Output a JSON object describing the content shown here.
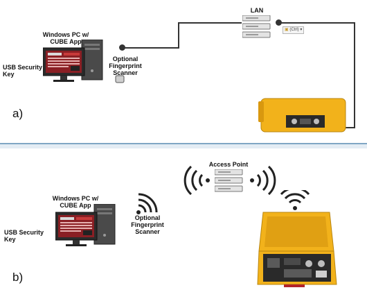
{
  "panel_a": {
    "letter": "a)",
    "pc_label": "Windows PC w/\nCUBE App",
    "usb_label": "USB Security\nKey",
    "scanner_label": "Optional\nFingerprint\nScanner",
    "network_label": "LAN",
    "paste_control_text": "(Ctrl) ▾"
  },
  "panel_b": {
    "letter": "b)",
    "pc_label": "Windows PC w/\nCUBE App",
    "usb_label": "USB Security\nKey",
    "scanner_label": "Optional\nFingerprint\nScanner",
    "network_label": "Access Point"
  },
  "colors": {
    "case_yellow": "#f2b21b",
    "monitor_red": "#b3232a",
    "divider_blue": "#7fa6c4"
  }
}
